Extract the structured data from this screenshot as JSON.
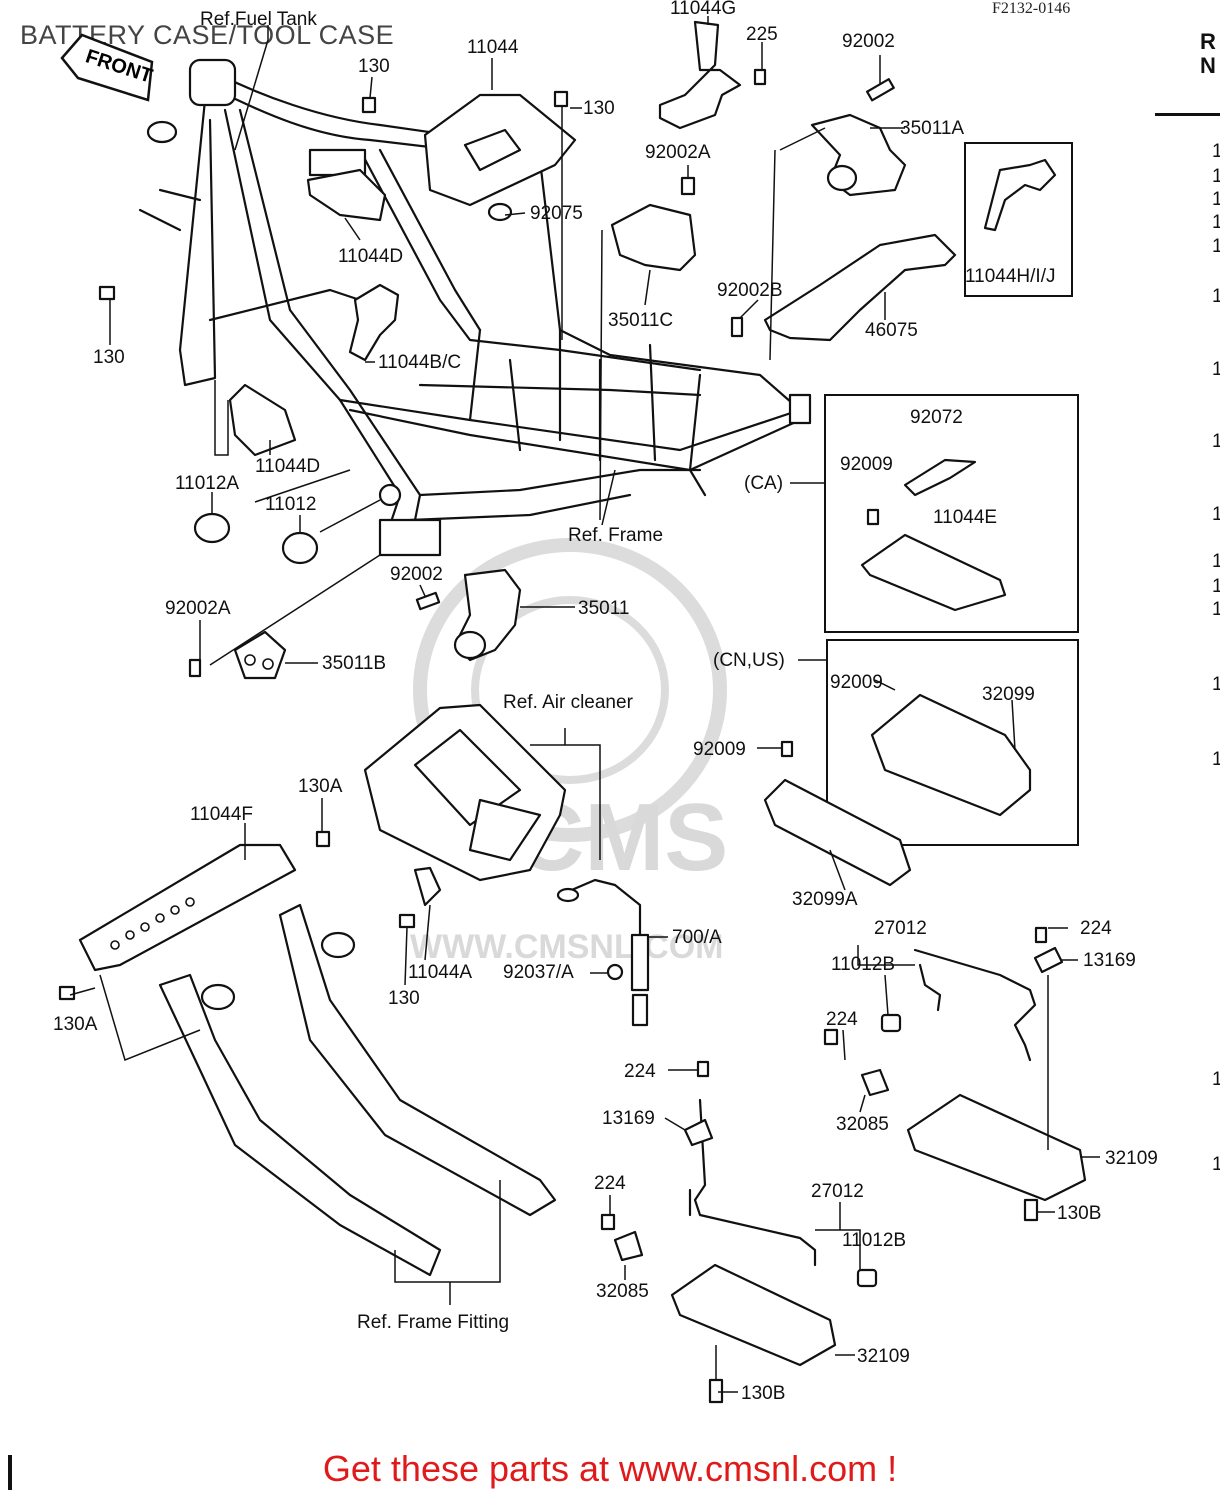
{
  "title": "BATTERY CASE/TOOL CASE",
  "figure_code": "F2132-0146",
  "side_header": {
    "line1": "R",
    "line2": "N"
  },
  "watermark": {
    "brand": "CMS",
    "url": "WWW.CMSNL.COM"
  },
  "front_label": "FRONT",
  "part_labels": {
    "ref_fuel_tank": "Ref.Fuel Tank",
    "p130_top": "130",
    "p11044": "11044",
    "p11044g": "11044G",
    "p225": "225",
    "p92002_top": "92002",
    "p130_mid": "130",
    "p35011a": "35011A",
    "p92002a_top": "92002A",
    "p92075": "92075",
    "p11044d_top": "11044D",
    "p11044hij": "11044H/I/J",
    "p130_left": "130",
    "p92002b": "92002B",
    "p35011c": "35011C",
    "p46075": "46075",
    "p11044bc": "11044B/C",
    "p92072": "92072",
    "p92009_ca": "92009",
    "p11044d_low": "11044D",
    "p11012a": "11012A",
    "p11012": "11012",
    "ca_label": "(CA)",
    "p11044e": "11044E",
    "ref_frame": "Ref. Frame",
    "p92002_mid": "92002",
    "p35011": "35011",
    "p92002a_low": "92002A",
    "p35011b": "35011B",
    "cnus_label": "(CN,US)",
    "p92009_cn": "92009",
    "p32099": "32099",
    "ref_air_cleaner": "Ref. Air cleaner",
    "p92009_mid": "92009",
    "p130a_top": "130A",
    "p11044f": "11044F",
    "p32099a": "32099A",
    "p700a": "700/A",
    "p11044a": "11044A",
    "p92037a": "92037/A",
    "p130_bot": "130",
    "p130a_low": "130A",
    "p27012_top": "27012",
    "p224_right": "224",
    "p11012b_top": "11012B",
    "p13169_right": "13169",
    "p224_mid": "224",
    "p224_center": "224",
    "p32085_top": "32085",
    "p13169_center": "13169",
    "p32109_right": "32109",
    "p130b_right": "130B",
    "p224_low": "224",
    "p27012_low": "27012",
    "p11012b_low": "11012B",
    "p32085_low": "32085",
    "p32109_low": "32109",
    "p130b_low": "130B",
    "ref_frame_fitting": "Ref. Frame Fitting"
  },
  "side_ref_digits": [
    "1",
    "1",
    "1",
    "1",
    "1",
    "1",
    "1",
    "1",
    "1",
    "1",
    "1",
    "1",
    "1",
    "1",
    "1",
    "1"
  ],
  "footer_text": "Get these parts at www.cmsnl.com !"
}
